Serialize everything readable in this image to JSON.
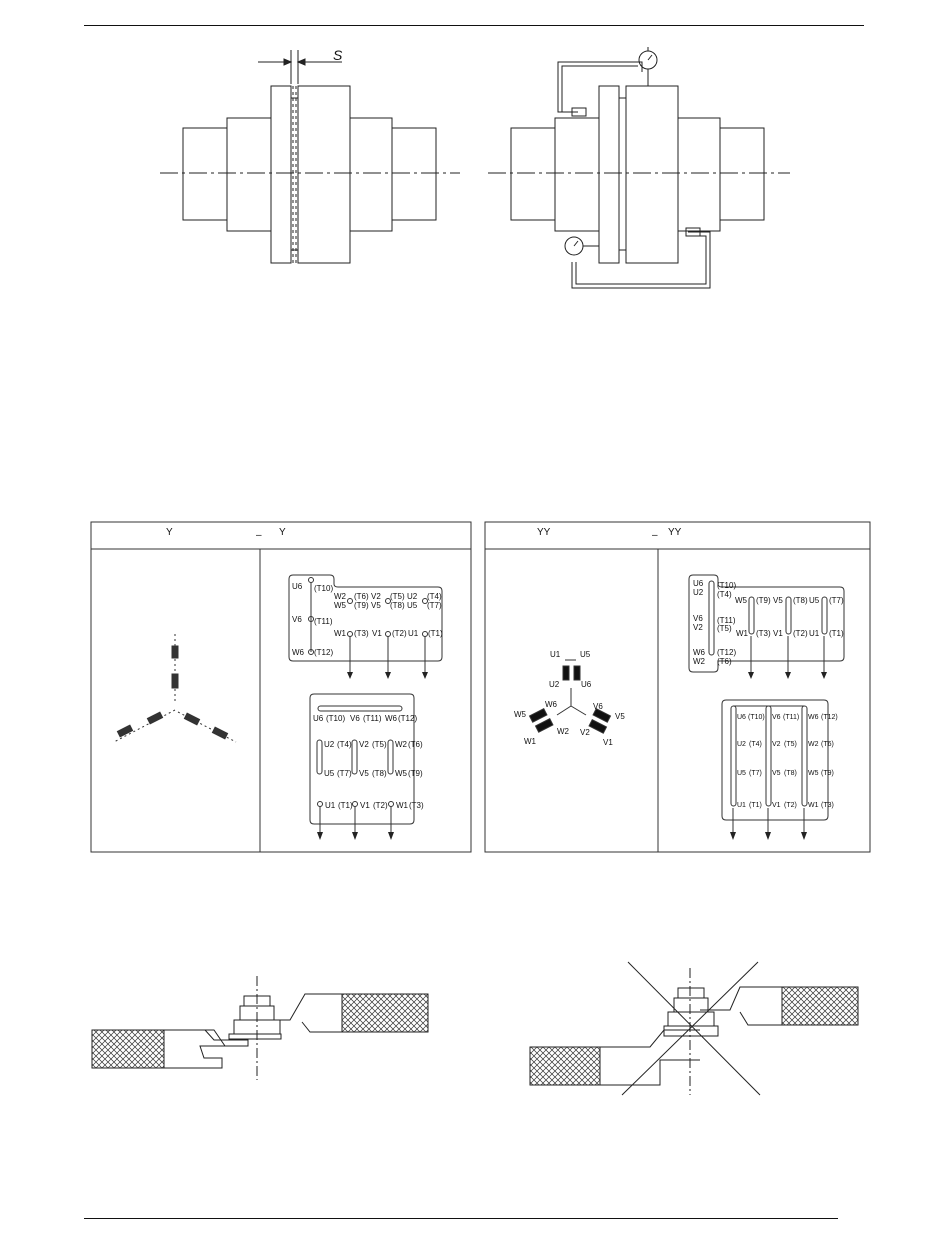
{
  "coupling": {
    "gap_label": "S"
  },
  "panel_star": {
    "header_symbol_left": "Y",
    "header_dash": "–",
    "header_symbol_right": "Y",
    "box_top": {
      "left": [
        {
          "term": "U6",
          "t": "(T10)"
        },
        {
          "term": "V6",
          "t": "(T11)"
        },
        {
          "term": "W6",
          "t": "(T12)"
        }
      ],
      "top_row": [
        {
          "a": "W2",
          "ta": "(T6)",
          "b": "W5",
          "tb": "(T9)"
        },
        {
          "a": "V2",
          "ta": "(T5)",
          "b": "V5",
          "tb": "(T8)"
        },
        {
          "a": "U2",
          "ta": "(T4)",
          "b": "U5",
          "tb": "(T7)"
        }
      ],
      "bottom_row": [
        {
          "term": "W1",
          "t": "(T3)"
        },
        {
          "term": "V1",
          "t": "(T2)"
        },
        {
          "term": "U1",
          "t": "(T1)"
        }
      ]
    },
    "box_bottom": {
      "row1": [
        {
          "term": "U6",
          "t": "(T10)"
        },
        {
          "term": "V6",
          "t": "(T11)"
        },
        {
          "term": "W6",
          "t": "(T12)"
        }
      ],
      "row2": [
        {
          "term": "U2",
          "t": "(T4)"
        },
        {
          "term": "V2",
          "t": "(T5)"
        },
        {
          "term": "W2",
          "t": "(T6)"
        }
      ],
      "row3": [
        {
          "term": "U5",
          "t": "(T7)"
        },
        {
          "term": "V5",
          "t": "(T8)"
        },
        {
          "term": "W5",
          "t": "(T9)"
        }
      ],
      "row4": [
        {
          "term": "U1",
          "t": "(T1)"
        },
        {
          "term": "V1",
          "t": "(T2)"
        },
        {
          "term": "W1",
          "t": "(T3)"
        }
      ]
    }
  },
  "panel_dstar": {
    "header_symbol_left": "YY",
    "header_dash": "–",
    "header_symbol_right": "YY",
    "winding_labels": {
      "u1": "U1",
      "u5": "U5",
      "u2": "U2",
      "u6": "U6",
      "w5": "W5",
      "w6": "W6",
      "w1": "W1",
      "w2": "W2",
      "v6": "V6",
      "v5": "V5",
      "v2": "V2",
      "v1": "V1"
    },
    "box_top": {
      "left": [
        {
          "a": "U6",
          "ta": "(T10)",
          "b": "U2",
          "tb": "(T4)"
        },
        {
          "a": "V6",
          "ta": "(T11)",
          "b": "V2",
          "tb": "(T5)"
        },
        {
          "a": "W6",
          "ta": "(T12)",
          "b": "W2",
          "tb": "(T6)"
        }
      ],
      "top_row": [
        {
          "term": "W5",
          "t": "(T9)"
        },
        {
          "term": "V5",
          "t": "(T8)"
        },
        {
          "term": "U5",
          "t": "(T7)"
        }
      ],
      "bottom_row": [
        {
          "term": "W1",
          "t": "(T3)"
        },
        {
          "term": "V1",
          "t": "(T2)"
        },
        {
          "term": "U1",
          "t": "(T1)"
        }
      ]
    },
    "box_bottom": {
      "row1": [
        {
          "term": "U6",
          "t": "(T10)"
        },
        {
          "term": "V6",
          "t": "(T11)"
        },
        {
          "term": "W6",
          "t": "(T12)"
        }
      ],
      "row2": [
        {
          "term": "U2",
          "t": "(T4)"
        },
        {
          "term": "V2",
          "t": "(T5)"
        },
        {
          "term": "W2",
          "t": "(T6)"
        }
      ],
      "row3": [
        {
          "term": "U5",
          "t": "(T7)"
        },
        {
          "term": "V5",
          "t": "(T8)"
        },
        {
          "term": "W5",
          "t": "(T9)"
        }
      ],
      "row4": [
        {
          "term": "U1",
          "t": "(T1)"
        },
        {
          "term": "V1",
          "t": "(T2)"
        },
        {
          "term": "W1",
          "t": "(T3)"
        }
      ]
    }
  }
}
